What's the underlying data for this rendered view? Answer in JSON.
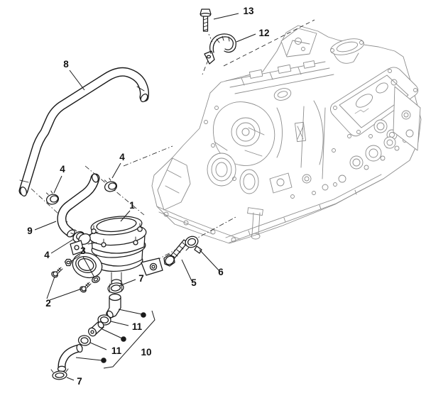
{
  "figure": {
    "type": "exploded-parts-line-diagram",
    "subject": "engine secondary air / breather hose assembly with numbered callouts"
  },
  "colors": {
    "background": "#ffffff",
    "part_ink": "#1a1a1a",
    "engine_ink": "#8d8d8d",
    "label_ink": "#111111"
  },
  "callouts": {
    "c1": "1",
    "c2": "2",
    "c3": "3",
    "c4a": "4",
    "c4b": "4",
    "c4c": "4",
    "c5": "5",
    "c6": "6",
    "c7a": "7",
    "c7b": "7",
    "c8": "8",
    "c9": "9",
    "c10": "10",
    "c11a": "11",
    "c11b": "11",
    "c12": "12",
    "c13": "13"
  }
}
